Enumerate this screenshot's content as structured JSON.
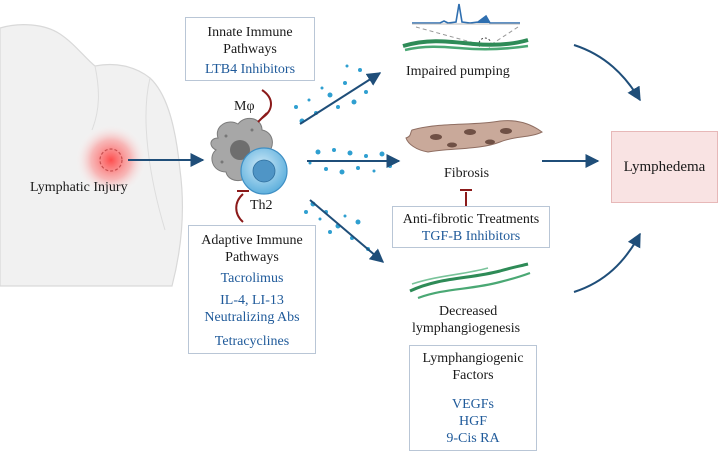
{
  "injury": {
    "label": "Lymphatic Injury"
  },
  "cells": {
    "macrophage_label": "Mφ",
    "th2_label": "Th2"
  },
  "innate_box": {
    "title": "Innate Immune Pathways",
    "title_line1": "Innate Immune",
    "title_line2": "Pathways",
    "drug": "LTB4 Inhibitors"
  },
  "adaptive_box": {
    "title_line1": "Adaptive Immune",
    "title_line2": "Pathways",
    "drugs": [
      "Tacrolimus",
      "IL-4, LI-13",
      "Neutralizing Abs",
      "Tetracyclines"
    ]
  },
  "outcomes": {
    "impaired_pumping": "Impaired pumping",
    "fibrosis": "Fibrosis",
    "decreased_line1": "Decreased",
    "decreased_line2": "lymphangiogenesis"
  },
  "antifibrotic_box": {
    "title": "Anti-fibrotic Treatments",
    "drug": "TGF-B Inhibitors"
  },
  "lymphangiogenic_box": {
    "title_line1": "Lymphangiogenic",
    "title_line2": "Factors",
    "factors": [
      "VEGFs",
      "HGF",
      "9-Cis RA"
    ]
  },
  "result": {
    "label": "Lymphedema"
  },
  "colors": {
    "arrow": "#1f4e79",
    "inhibitor": "#8b1a1a",
    "drug_text": "#1f5a9a",
    "box_border": "#b9c6d6",
    "lymphedema_fill": "#f9e3e3",
    "injury_glow": "#ff4d4d",
    "vessel_green": "#2e8b57",
    "macrophage": "#9a9a9a",
    "th2_cell": "#6cb6e0"
  }
}
